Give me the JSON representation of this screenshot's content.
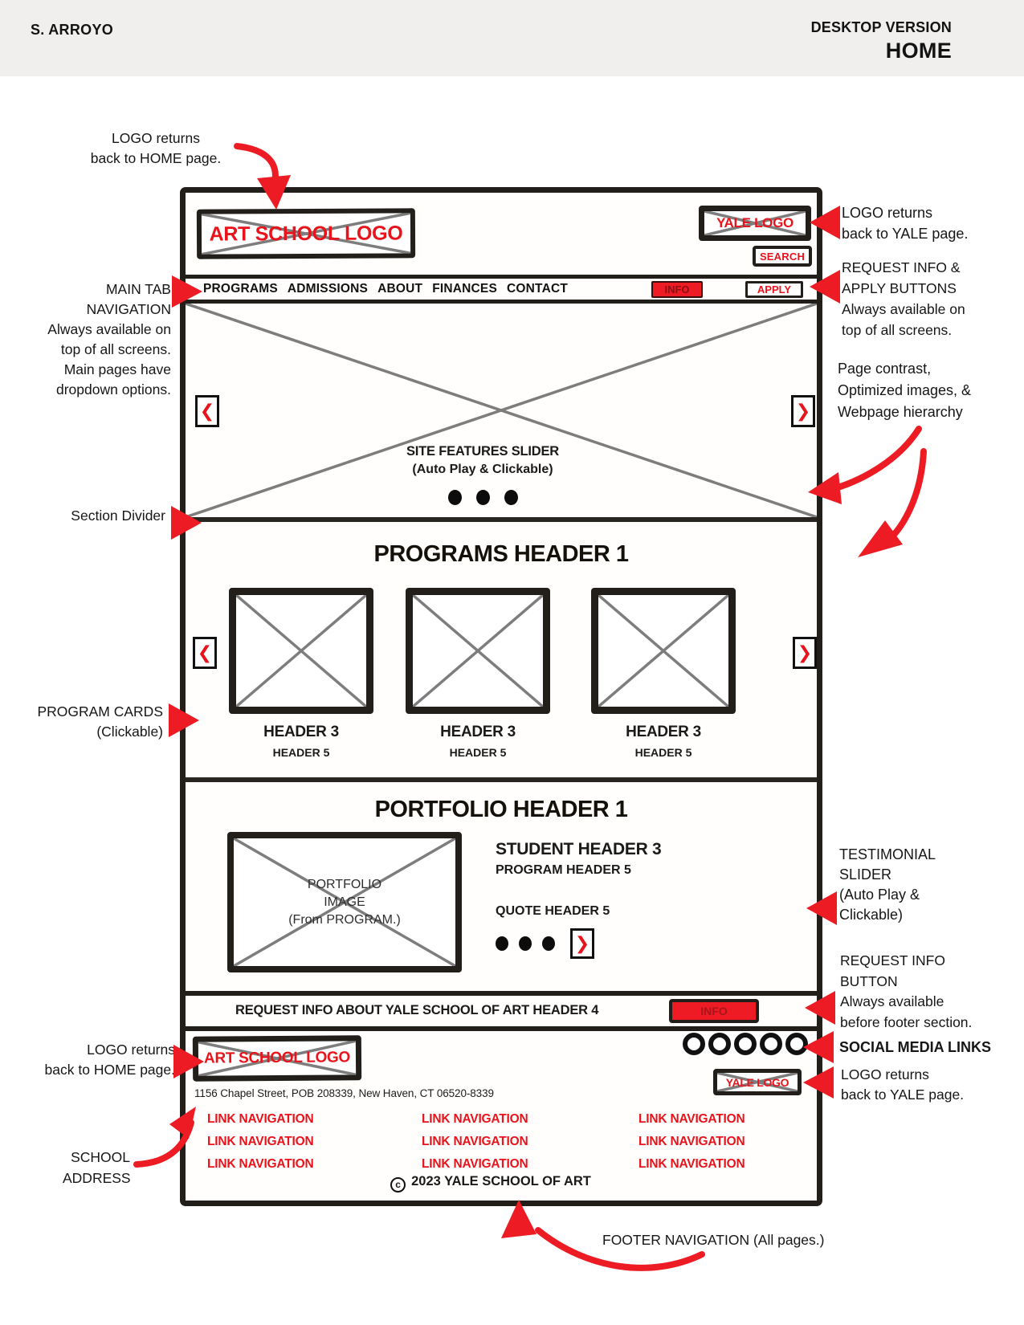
{
  "meta": {
    "author": "S. ARROYO",
    "version_label": "DESKTOP VERSION",
    "page_label": "HOME"
  },
  "colors": {
    "accent_red": "#ED1C24",
    "sketch_ink": "#221F1B",
    "placeholder_gray": "#7D7D7D",
    "topbar_bg": "#F0EFEE"
  },
  "icons": {
    "chevron_left": "❮",
    "chevron_right": "❯",
    "social_circle": "circle-outline",
    "copyright_symbol": "c"
  },
  "wireframe": {
    "header": {
      "art_logo": "ART SCHOOL LOGO",
      "yale_logo": "YALE LOGO",
      "search_label": "SEARCH"
    },
    "nav": {
      "items": [
        "PROGRAMS",
        "ADMISSIONS",
        "ABOUT",
        "FINANCES",
        "CONTACT"
      ],
      "info_label": "INFO",
      "apply_label": "APPLY"
    },
    "hero": {
      "title": "SITE FEATURES SLIDER",
      "subtitle": "(Auto Play & Clickable)",
      "dots_count": 3
    },
    "programs": {
      "title": "PROGRAMS HEADER 1",
      "cards": [
        {
          "header3": "HEADER 3",
          "header5": "HEADER 5"
        },
        {
          "header3": "HEADER 3",
          "header5": "HEADER 5"
        },
        {
          "header3": "HEADER 3",
          "header5": "HEADER 5"
        }
      ]
    },
    "portfolio": {
      "title": "PORTFOLIO HEADER 1",
      "image_lines": [
        "PORTFOLIO",
        "IMAGE",
        "(From PROGRAM.)"
      ],
      "student_header": "STUDENT HEADER 3",
      "program_header": "PROGRAM HEADER 5",
      "quote_header": "QUOTE HEADER 5",
      "dots_count": 3
    },
    "request_bar": {
      "text": "REQUEST INFO ABOUT YALE SCHOOL OF ART HEADER 4",
      "info_label": "INFO"
    },
    "footer": {
      "art_logo": "ART SCHOOL LOGO",
      "yale_logo": "YALE LOGO",
      "address": "1156 Chapel Street, POB 208339, New Haven, CT 06520-8339",
      "link_label": "LINK NAVIGATION",
      "social_count": 5,
      "copyright_symbol": "c",
      "copyright_text": "2023 YALE SCHOOL OF ART"
    }
  },
  "annotations": {
    "logo_home_top": [
      "LOGO returns",
      "back to HOME page."
    ],
    "main_tab_nav": [
      "MAIN TAB",
      "NAVIGATION",
      "Always available on",
      "top of all screens.",
      "Main pages have",
      "dropdown options."
    ],
    "section_divider": [
      "Section Divider"
    ],
    "program_cards": [
      "PROGRAM CARDS",
      "(Clickable)"
    ],
    "logo_home_footer": [
      "LOGO returns",
      "back to HOME page."
    ],
    "school_address": [
      "SCHOOL",
      "ADDRESS"
    ],
    "logo_yale_top": [
      "LOGO returns",
      "back to YALE page."
    ],
    "request_apply": [
      "REQUEST INFO &",
      "APPLY BUTTONS",
      "Always available on",
      "top of all screens."
    ],
    "page_quality": [
      "Page contrast,",
      "Optimized images, &",
      "Webpage hierarchy"
    ],
    "testimonial": [
      "TESTIMONIAL",
      "SLIDER",
      "(Auto Play &",
      "Clickable)"
    ],
    "request_info_button": [
      "REQUEST INFO",
      "BUTTON",
      "Always available",
      "before footer section."
    ],
    "social_media": [
      "SOCIAL MEDIA LINKS"
    ],
    "logo_yale_footer": [
      "LOGO returns",
      "back to YALE page."
    ],
    "footer_nav": [
      "FOOTER NAVIGATION (All pages.)"
    ]
  }
}
